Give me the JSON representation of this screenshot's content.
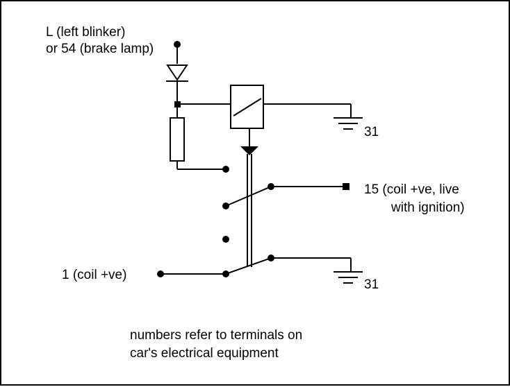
{
  "labels": {
    "top_line1": "L (left blinker)",
    "top_line2": "or 54 (brake lamp)",
    "ground_top": "31",
    "ignition_line1": "15 (coil +ve, live",
    "ignition_line2": "with ignition)",
    "coil": "1 (coil +ve)",
    "ground_bottom": "31",
    "note_line1": "numbers refer to terminals on",
    "note_line2": "car's electrical equipment"
  },
  "colors": {
    "ink": "#000000",
    "background": "#ffffff"
  }
}
